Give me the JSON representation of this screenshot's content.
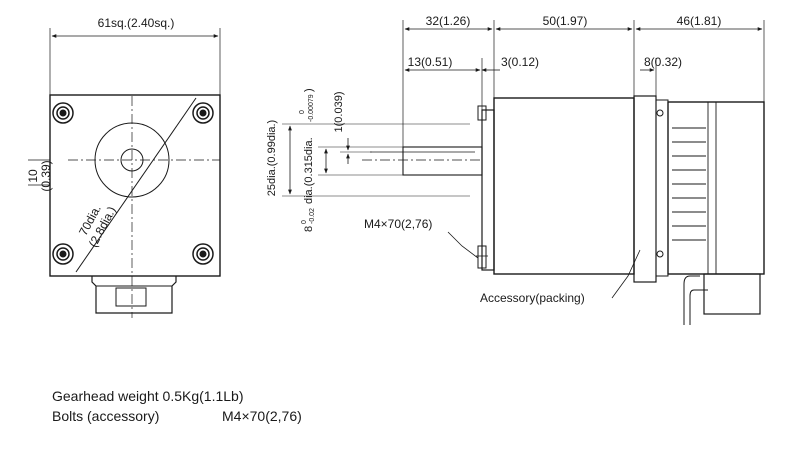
{
  "front_view": {
    "width_dim": "61sq.(2.40sq.)",
    "offset_dim": "10",
    "offset_dim_in": "(0.39)",
    "diag_dim": "70dia.",
    "diag_dim_in": "(2.8dia.)"
  },
  "side_view": {
    "dim_flange_to_case": "32(1.26)",
    "dim_case": "50(1.97)",
    "dim_motor": "46(1.81)",
    "dim_shaft": "13(0.51)",
    "dim_pilot": "3(0.12)",
    "dim_flange": "8(0.32)",
    "dim_key": "1(0.039)",
    "dim_pilot_dia": "25dia.(0.99dia.)",
    "dim_shaft_dia_prefix": "8",
    "dim_shaft_dia_tol": "-0.02",
    "dim_shaft_dia_tol_top": "0",
    "dim_shaft_dia_mid": "dia.(0.315dia.",
    "dim_shaft_dia_tol2": "-0.00079",
    "dim_shaft_dia_tol2_top": "0",
    "dim_shaft_dia_end": ")",
    "bolt_callout": "M4×70(2,76)",
    "accessory_label": "Accessory(packing)"
  },
  "notes": {
    "weight_label": "Gearhead weight",
    "weight_value": "0.5Kg(1.1Lb)",
    "bolts_label": "Bolts (accessory)",
    "bolts_value": "M4×70(2,76)"
  }
}
